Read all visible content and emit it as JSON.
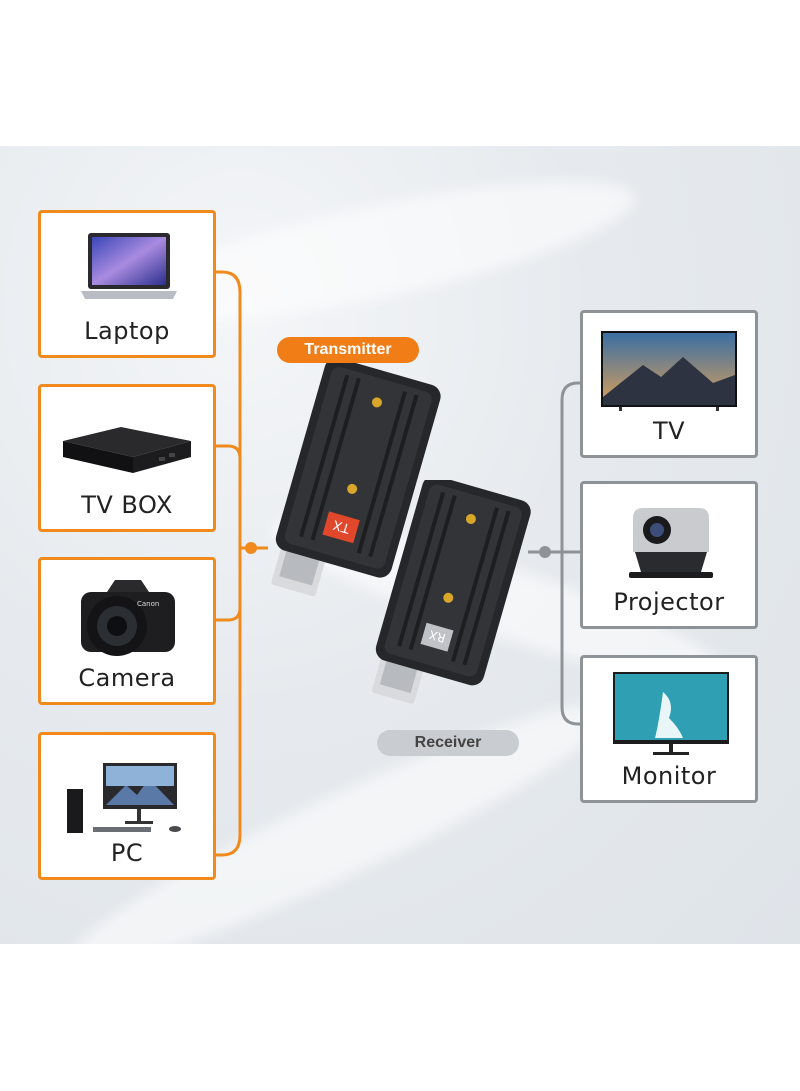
{
  "colors": {
    "accent": "#f08a1c",
    "neutral": "#8e9398"
  },
  "sources": [
    {
      "label": "Laptop",
      "icon": "laptop-icon"
    },
    {
      "label": "TV BOX",
      "icon": "tv-box-icon"
    },
    {
      "label": "Camera",
      "icon": "camera-icon"
    },
    {
      "label": "PC",
      "icon": "pc-icon"
    }
  ],
  "destinations": [
    {
      "label": "TV",
      "icon": "tv-icon"
    },
    {
      "label": "Projector",
      "icon": "projector-icon"
    },
    {
      "label": "Monitor",
      "icon": "monitor-icon"
    }
  ],
  "transmitter": {
    "label": "Transmitter",
    "badge": "TX"
  },
  "receiver": {
    "label": "Receiver",
    "badge": "RX"
  }
}
